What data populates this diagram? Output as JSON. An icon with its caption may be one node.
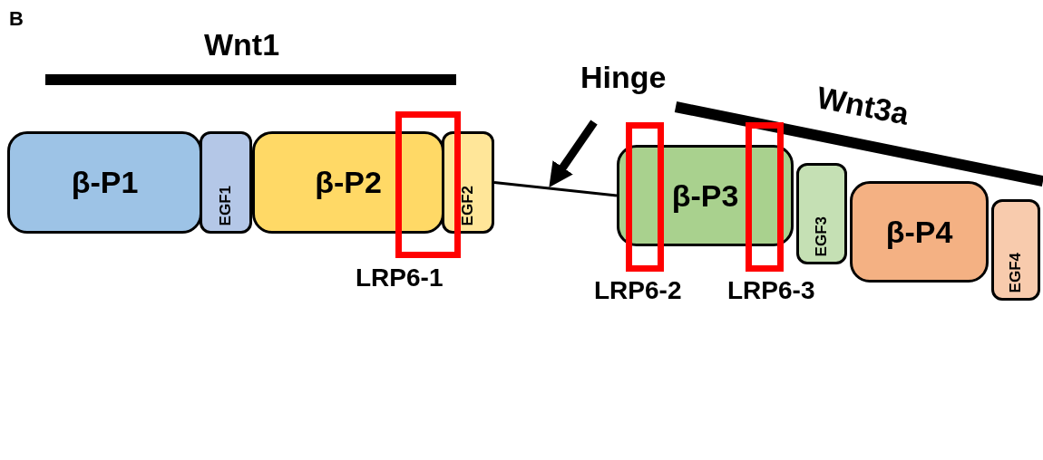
{
  "diagram": {
    "nodes": [
      {
        "text": [
          "β-P1"
        ]
      },
      {
        "text": [
          "EGF1"
        ]
      },
      {
        "text": [
          "β-P2"
        ]
      },
      {
        "text": [
          "EGF2"
        ]
      },
      {
        "text": [
          "β-P3"
        ]
      },
      {
        "text": [
          "EGF3"
        ]
      },
      {
        "text": [
          "β-P4"
        ]
      },
      {
        "text": [
          "EGF4"
        ]
      },
      {
        "text": [],
        "shape": "box",
        "beside": [
          "LRP6-1"
        ]
      },
      {
        "text": [],
        "shape": "box",
        "beside": [
          "LRP6-2"
        ]
      },
      {
        "text": [],
        "shape": "box",
        "beside": [
          "LRP6-3"
        ]
      },
      {
        "text": [
          "Hinge"
        ]
      }
    ],
    "edges": [
      {
        "from": 3,
        "to": 4,
        "arrow": "none"
      },
      {
        "from": 11,
        "to": null,
        "arrow": "to",
        "style": "thick"
      }
    ],
    "labels": [
      "B",
      "Wnt1",
      "Wnt3a"
    ]
  }
}
